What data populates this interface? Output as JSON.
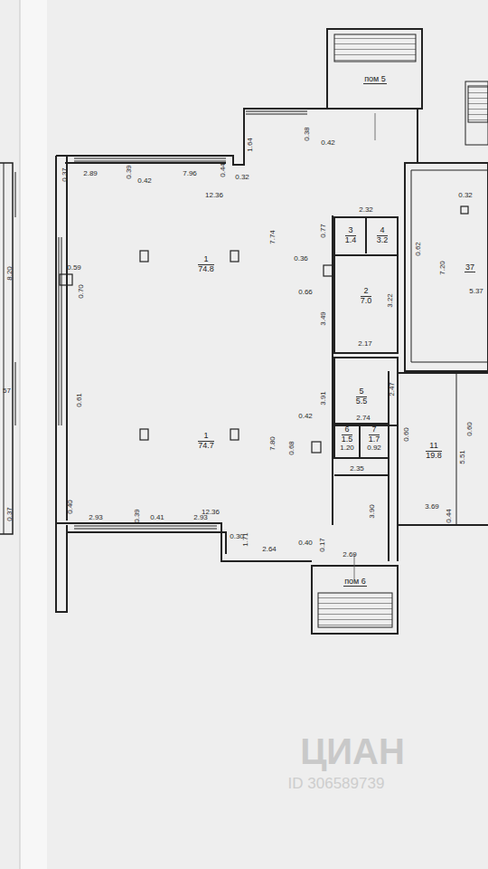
{
  "diagram": {
    "nodes": [
      {
        "text": [
          "1",
          "74.8"
        ]
      },
      {
        "text": [
          "1",
          "74.7"
        ]
      },
      {
        "text": [
          "3",
          "1.4"
        ]
      },
      {
        "text": [
          "4",
          "3.2"
        ]
      },
      {
        "text": [
          "2",
          "7.0"
        ]
      },
      {
        "text": [
          "5",
          "5.5"
        ]
      },
      {
        "text": [
          "6",
          "1.5"
        ]
      },
      {
        "text": [
          "7",
          "1.7"
        ]
      },
      {
        "text": [
          "11",
          "19.8"
        ]
      },
      {
        "text": [
          "37"
        ]
      },
      {
        "text": [
          "пом 5"
        ]
      },
      {
        "text": [
          "пом 6"
        ]
      }
    ],
    "labels": [
      "2.89",
      "0.39",
      "0.42",
      "7.96",
      "0.44",
      "0.32",
      "1.64",
      "0.38",
      "0.42",
      "0.37",
      "12.36",
      "7.74",
      "0.59",
      "0.70",
      "8.20",
      "0.61",
      "0.40",
      "2.93",
      "0.39",
      "0.41",
      "2.93",
      "12.36",
      "0.30",
      "1.71",
      "2.64",
      "0.40",
      "0.17",
      "2.69",
      "7.80",
      "3.90",
      "2.35",
      "0.60",
      "0.68",
      "0.42",
      "2.74",
      "3.91",
      "2.47",
      "2.17",
      "3.49",
      "3.22",
      "0.66",
      "0.36",
      "0.77",
      "2.32",
      "0.62",
      "7.20",
      "0.32",
      "5.37",
      "5.51",
      "3.69",
      "0.44",
      "0.60",
      "1.20",
      "0.92",
      "0.37",
      "57",
      "ЦИАН",
      "ID 306589739"
    ]
  }
}
